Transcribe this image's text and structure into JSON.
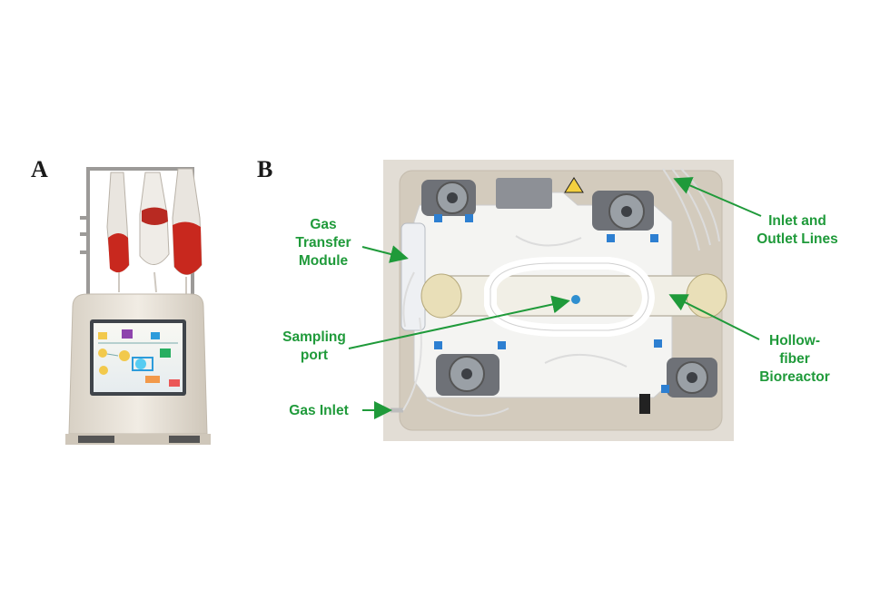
{
  "panels": {
    "a_letter": "A",
    "b_letter": "B"
  },
  "callouts": {
    "gas_transfer_module": "Gas\nTransfer\nModule",
    "sampling_port": "Sampling\nport",
    "gas_inlet": "Gas Inlet",
    "inlet_outlet_lines": "Inlet and\nOutlet Lines",
    "hollow_fiber_bioreactor": "Hollow-\nfiber\nBioreactor"
  },
  "colors": {
    "callout_text": "#1f9a3a",
    "arrow": "#1f9a3a",
    "cabinet": "#ece6dc",
    "bag_fluid": "#c8281e",
    "tray": "#d9d2c6"
  }
}
